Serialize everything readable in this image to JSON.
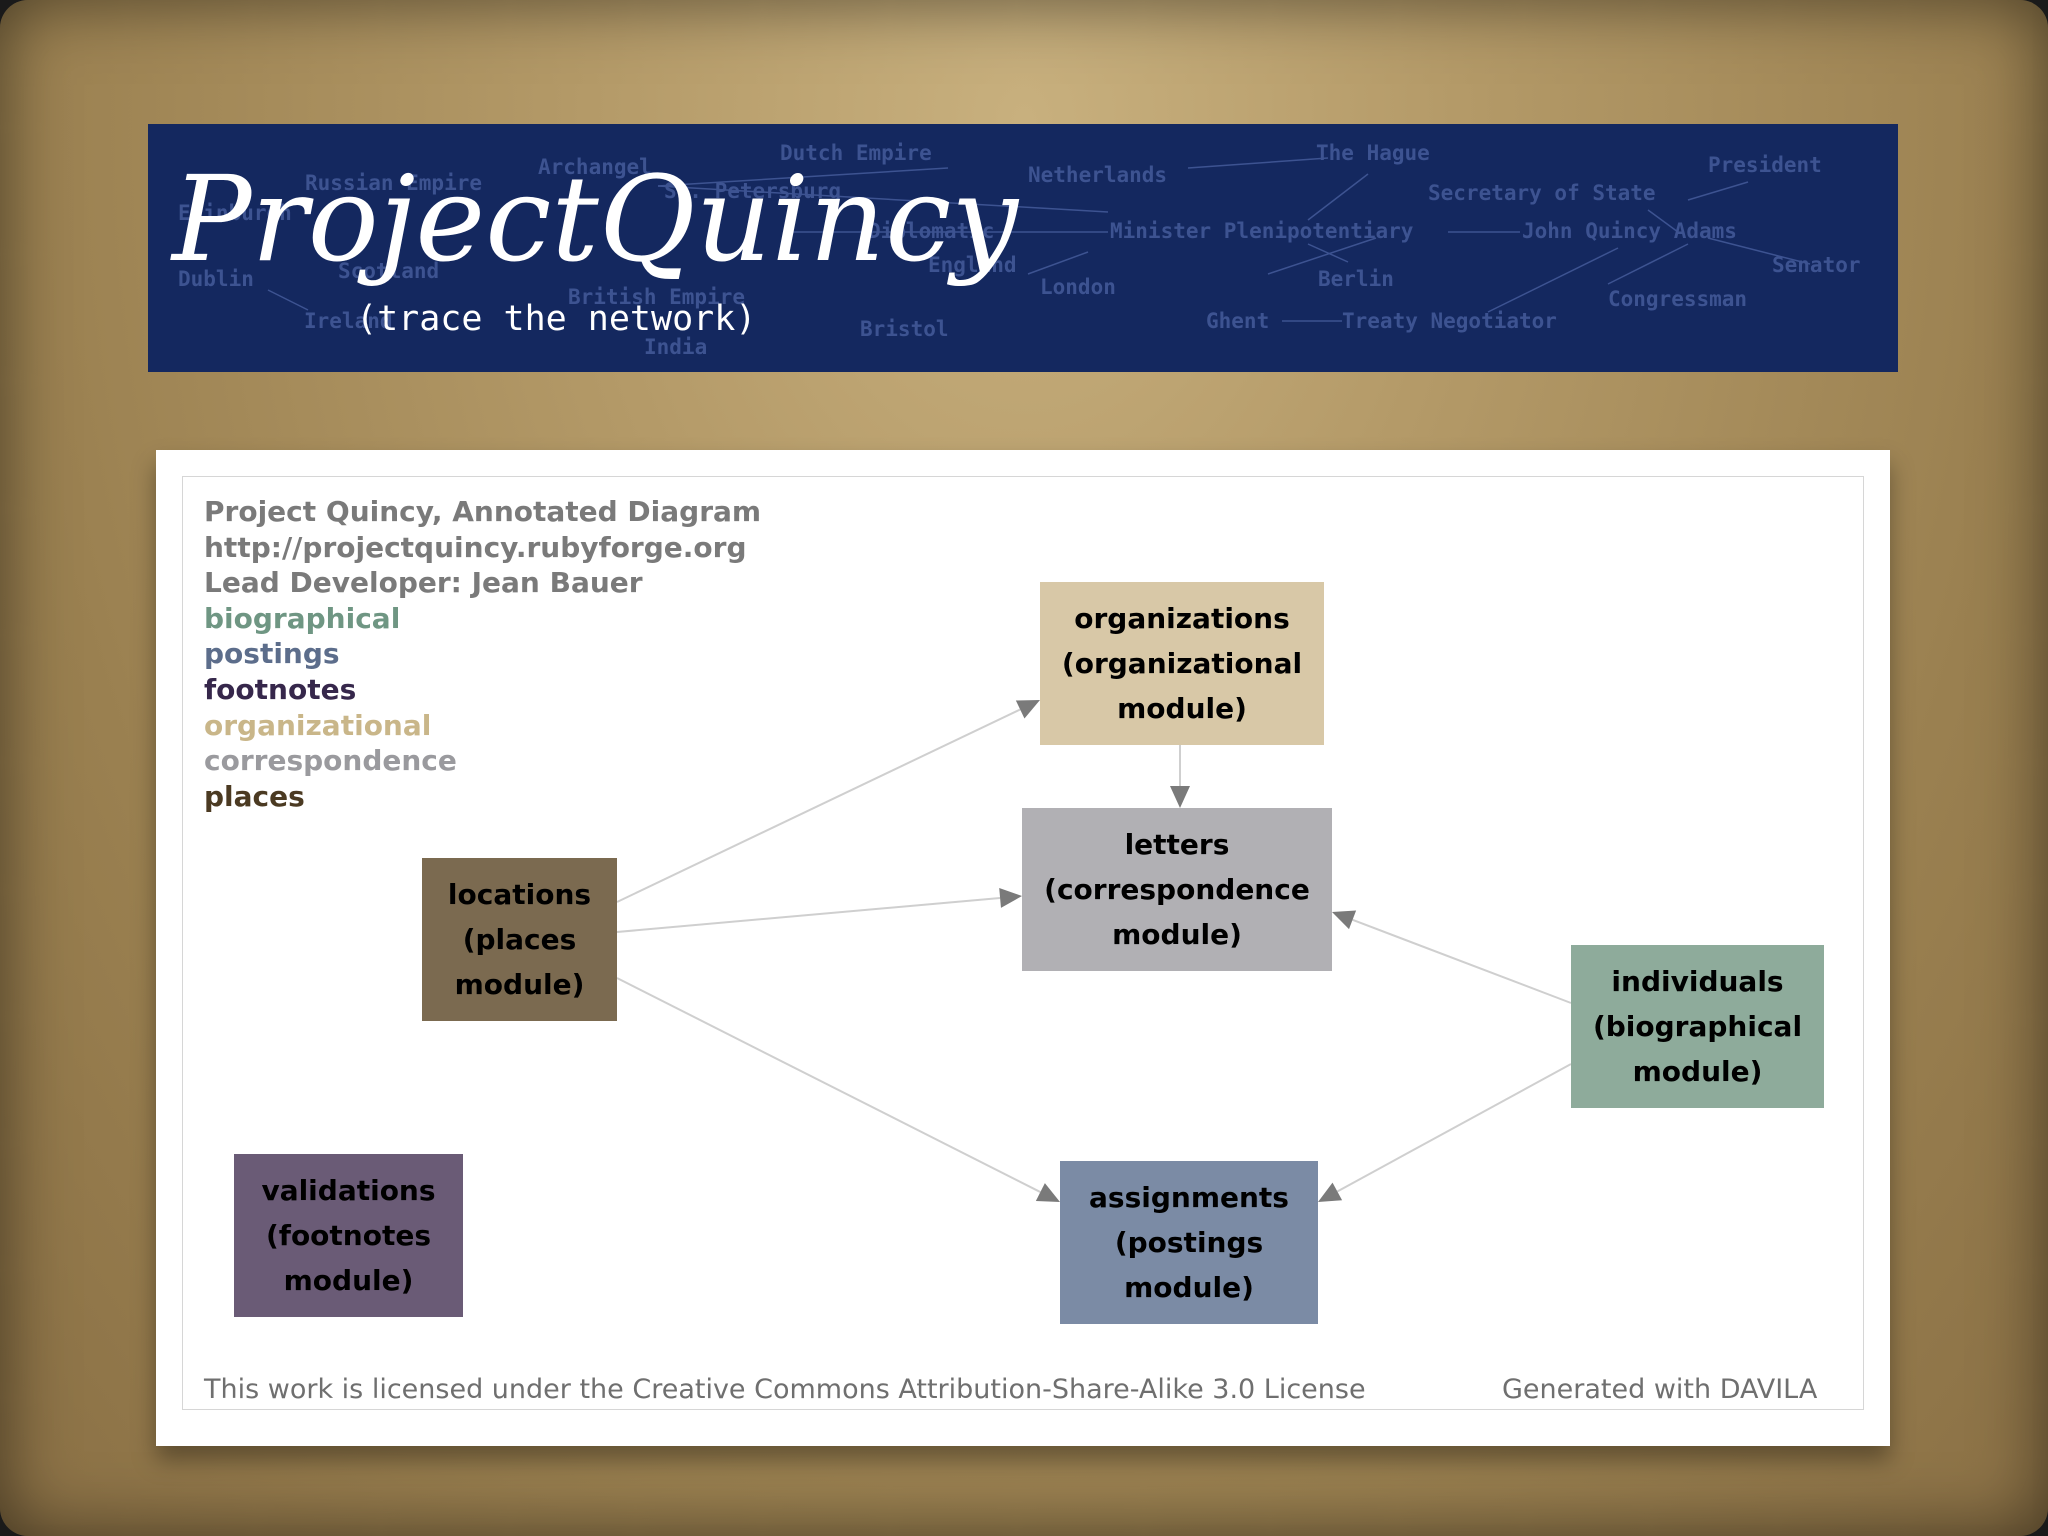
{
  "banner": {
    "logo_text": "ProjectQuincy",
    "tagline": "(trace the network)",
    "background_words": [
      "Russian Empire",
      "Archangel",
      "Dutch Empire",
      "Netherlands",
      "The Hague",
      "President",
      "Edinburgh",
      "St. Petersburg",
      "Secretary of State",
      "Minister Plenipotentiary",
      "John Quincy Adams",
      "Senator",
      "Dublin",
      "Scotland",
      "Diplomatic",
      "England",
      "London",
      "Berlin",
      "Congressman",
      "Ireland",
      "British Empire",
      "Bristol",
      "Ghent",
      "Treaty Negotiator",
      "India"
    ]
  },
  "legend": {
    "title": "Project Quincy, Annotated Diagram",
    "url": "http://projectquincy.rubyforge.org",
    "developer": "Lead Developer: Jean Bauer",
    "modules": [
      {
        "label": "biographical",
        "color": "#6f9683"
      },
      {
        "label": "postings",
        "color": "#5c6d8b"
      },
      {
        "label": "footnotes",
        "color": "#36274b"
      },
      {
        "label": "organizational",
        "color": "#c9b689"
      },
      {
        "label": "correspondence",
        "color": "#9a9a9e"
      },
      {
        "label": "places",
        "color": "#4b3a22"
      }
    ]
  },
  "nodes": {
    "organizations": {
      "lines": [
        "organizations",
        "(organizational",
        "module)"
      ],
      "color": "#d8c8a7"
    },
    "letters": {
      "lines": [
        "letters",
        "(correspondence",
        "module)"
      ],
      "color": "#b1b0b4"
    },
    "locations": {
      "lines": [
        "locations",
        "(places",
        "module)"
      ],
      "color": "#7b6a50"
    },
    "individuals": {
      "lines": [
        "individuals",
        "(biographical",
        "module)"
      ],
      "color": "#8eab9b"
    },
    "validations": {
      "lines": [
        "validations",
        "(footnotes",
        "module)"
      ],
      "color": "#6a5b76"
    },
    "assignments": {
      "lines": [
        "assignments",
        "(postings",
        "module)"
      ],
      "color": "#7b8ba5"
    }
  },
  "edges": [
    {
      "from": "locations",
      "to": "organizations"
    },
    {
      "from": "locations",
      "to": "letters"
    },
    {
      "from": "locations",
      "to": "assignments"
    },
    {
      "from": "organizations",
      "to": "letters"
    },
    {
      "from": "individuals",
      "to": "letters"
    },
    {
      "from": "individuals",
      "to": "assignments"
    }
  ],
  "footer": {
    "license": "This work is licensed under the Creative Commons Attribution-Share-Alike 3.0 License",
    "generator": "Generated with DAVILA"
  }
}
